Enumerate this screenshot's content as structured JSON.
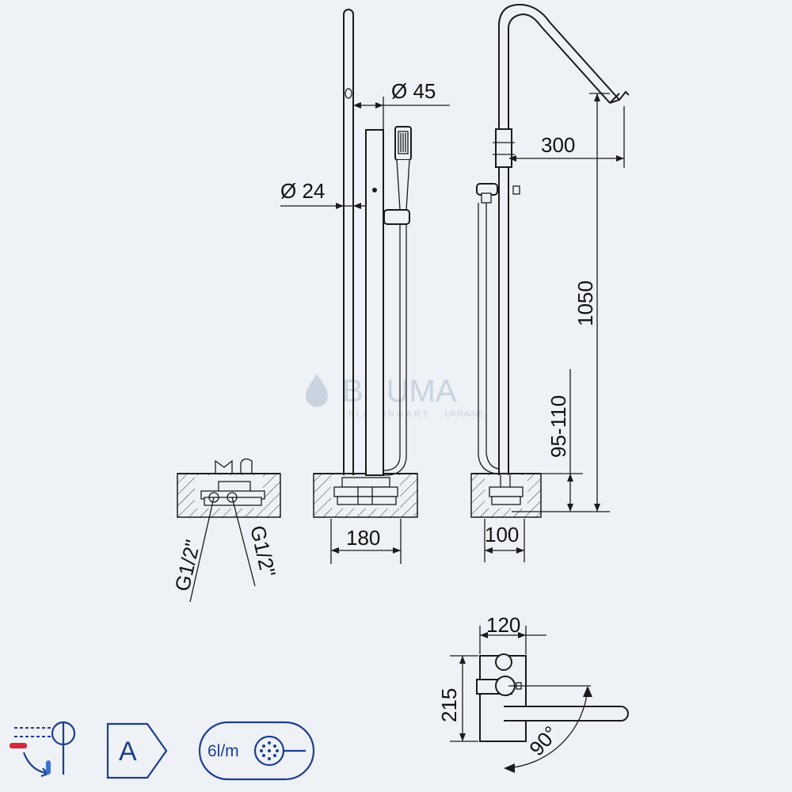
{
  "watermark": {
    "brand": "BRUMA",
    "tagline": "FLOWINGART",
    "region": "UKRAINE"
  },
  "dimensions": {
    "spout_diameter": "Ø 45",
    "pipe_diameter": "Ø 24",
    "spout_reach": "300",
    "total_height": "1050",
    "floor_depth": "95-110",
    "base_width_front": "180",
    "base_width_side": "100",
    "connection_left": "G1/2\"",
    "connection_right": "G1/2\"",
    "handle_width": "120",
    "handle_height": "215",
    "handle_rotation": "90°"
  },
  "badges": {
    "energy_class": "A",
    "flow_rate": "6l/m"
  },
  "icons": [
    "cold-start-icon",
    "energy-class-icon",
    "flow-rate-icon"
  ]
}
